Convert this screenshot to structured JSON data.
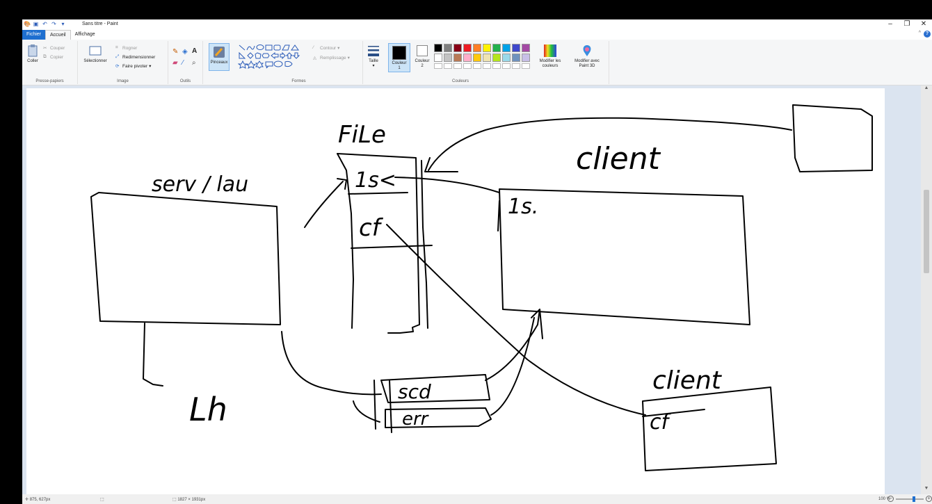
{
  "window": {
    "title": "Sans titre - Paint",
    "controls": [
      "–",
      "❐",
      "✕"
    ]
  },
  "tabs": [
    {
      "label": "Fichier"
    },
    {
      "label": "Accueil"
    },
    {
      "label": "Affichage"
    }
  ],
  "ribbon": {
    "clipboard": {
      "paste": "Coller",
      "cut": "Couper",
      "copy": "Copier",
      "group": "Presse-papiers"
    },
    "image": {
      "select": "Sélectionner",
      "crop": "Rogner",
      "resize": "Redimensionner",
      "rotate": "Faire pivoter",
      "group": "Image"
    },
    "tools": {
      "group": "Outils",
      "brushes": "Pinceaux"
    },
    "shapes": {
      "outline": "Contour",
      "fill": "Remplissage",
      "group": "Formes"
    },
    "size": {
      "label": "Taille"
    },
    "colors": {
      "color1": "Couleur 1",
      "color1_a": "Couleur",
      "color1_b": "1",
      "color2_a": "Couleur",
      "color2_b": "2",
      "edit_a": "Modifier les",
      "edit_b": "couleurs",
      "paint3d_a": "Modifier avec",
      "paint3d_b": "Paint 3D",
      "group": "Couleurs",
      "palette_row1": [
        "#000000",
        "#7f7f7f",
        "#880015",
        "#ed1c24",
        "#ff7f27",
        "#fff200",
        "#22b14c",
        "#00a2e8",
        "#3f48cc",
        "#a349a4"
      ],
      "palette_row2": [
        "#ffffff",
        "#c3c3c3",
        "#b97a57",
        "#ffaec9",
        "#ffc90e",
        "#efe4b0",
        "#b5e61d",
        "#99d9ea",
        "#7092be",
        "#c8bfe7"
      ]
    }
  },
  "drawing": {
    "label_file": "FiLe",
    "label_serv": "serv / lau",
    "label_client_top": "client",
    "label_client_bottom": "client",
    "label_ls": "1s<",
    "label_cd": "cf",
    "label_ls_client": "1s.",
    "label_lh": "Lh",
    "label_scd": "scd",
    "label_err": "err",
    "label_cd_client": "cf"
  },
  "status": {
    "cursor": "875, 627px",
    "canvas_size": "1827 × 1931px",
    "zoom": "100 %"
  }
}
